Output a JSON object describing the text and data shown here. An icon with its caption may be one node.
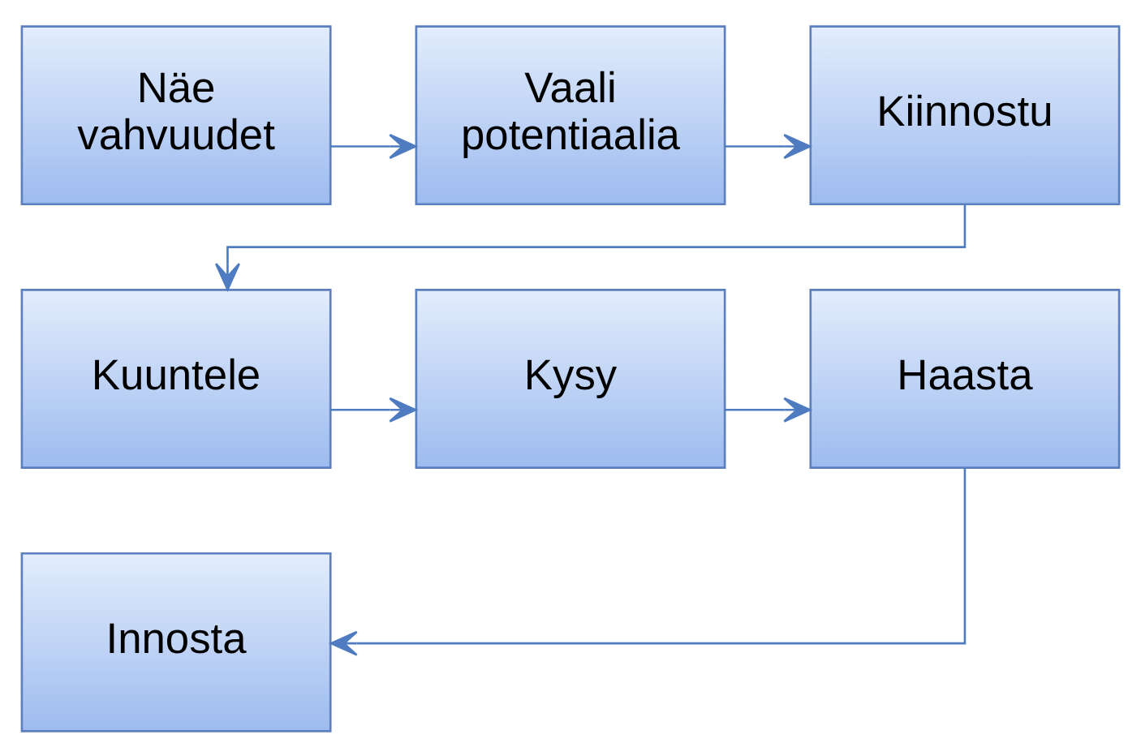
{
  "diagram": {
    "nodes": [
      {
        "text": [
          "Näe vahvuudet"
        ]
      },
      {
        "text": [
          "Vaali potentiaalia"
        ]
      },
      {
        "text": [
          "Kiinnostu"
        ]
      },
      {
        "text": [
          "Kuuntele"
        ]
      },
      {
        "text": [
          "Kysy"
        ]
      },
      {
        "text": [
          "Haasta"
        ]
      },
      {
        "text": [
          "Innosta"
        ]
      }
    ],
    "edges": [
      {
        "from": 0,
        "to": 1,
        "arrow": "to"
      },
      {
        "from": 1,
        "to": 2,
        "arrow": "to"
      },
      {
        "from": 2,
        "to": 3,
        "arrow": "to"
      },
      {
        "from": 3,
        "to": 4,
        "arrow": "to"
      },
      {
        "from": 4,
        "to": 5,
        "arrow": "to"
      },
      {
        "from": 5,
        "to": 6,
        "arrow": "to"
      }
    ]
  }
}
